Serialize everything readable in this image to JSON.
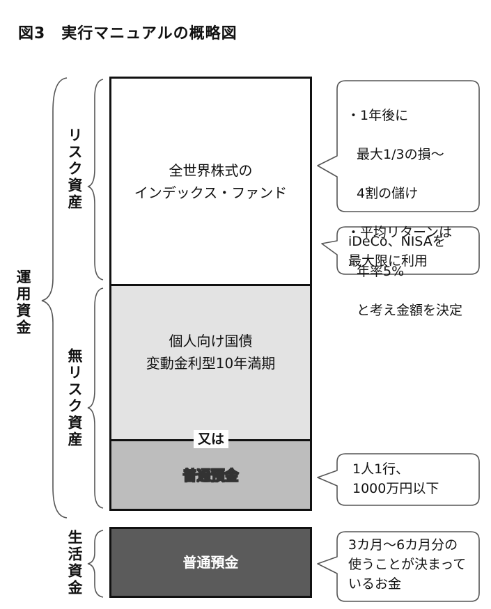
{
  "title": "図3　実行マニュアルの概略図",
  "labels": {
    "operating_funds": "運用資金",
    "risk_assets": "リスク資産",
    "riskfree_assets": "無リスク資産",
    "living_funds": "生活資金",
    "or": "又は"
  },
  "blocks": {
    "risk": "全世界株式の\nインデックス・ファンド",
    "riskfree": "個人向け国債\n変動金利型10年満期",
    "deposit": "普通預金",
    "living": "普通預金"
  },
  "bubbles": {
    "risk_note_1": "・1年後に",
    "risk_note_2": "最大1/3の損〜",
    "risk_note_3": "4割の儲け",
    "risk_note_4": "・平均リターンは",
    "risk_note_5": "年率5%",
    "risk_note_6": "と考え金額を決定",
    "ideco_note": "iDeCo、NISAを\n最大限に利用",
    "deposit_note": "1人1行、\n1000万円以下",
    "living_note": "3カ月〜6カ月分の\n使うことが決まって\nいるお金"
  }
}
